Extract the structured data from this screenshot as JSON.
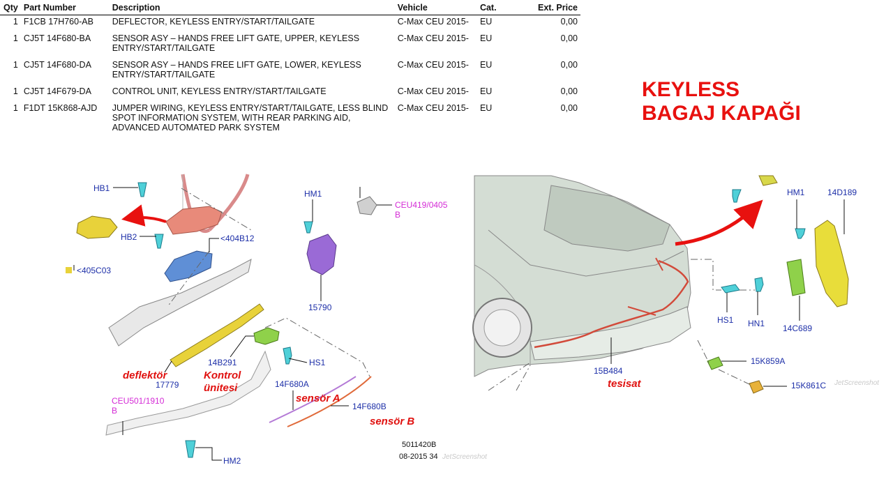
{
  "table": {
    "headers": {
      "qty": "Qty",
      "part_number": "Part Number",
      "description": "Description",
      "vehicle": "Vehicle",
      "cat": "Cat.",
      "ext_price": "Ext. Price"
    },
    "rows": [
      {
        "qty": "1",
        "part_number": "F1CB 17H760-AB",
        "description": "DEFLECTOR, KEYLESS ENTRY/START/TAILGATE",
        "vehicle": "C-Max CEU 2015-",
        "cat": "EU",
        "price": "0,00"
      },
      {
        "qty": "1",
        "part_number": "CJ5T 14F680-BA",
        "description": "SENSOR ASY – HANDS FREE LIFT GATE, UPPER, KEYLESS ENTRY/START/TAILGATE",
        "vehicle": "C-Max CEU 2015-",
        "cat": "EU",
        "price": "0,00"
      },
      {
        "qty": "1",
        "part_number": "CJ5T 14F680-DA",
        "description": "SENSOR ASY – HANDS FREE LIFT GATE, LOWER, KEYLESS ENTRY/START/TAILGATE",
        "vehicle": "C-Max CEU 2015-",
        "cat": "EU",
        "price": "0,00"
      },
      {
        "qty": "1",
        "part_number": "CJ5T 14F679-DA",
        "description": "CONTROL UNIT, KEYLESS ENTRY/START/TAILGATE",
        "vehicle": "C-Max CEU 2015-",
        "cat": "EU",
        "price": "0,00"
      },
      {
        "qty": "1",
        "part_number": "F1DT 15K868-AJD",
        "description": "JUMPER WIRING, KEYLESS ENTRY/START/TAILGATE, LESS BLIND SPOT INFORMATION SYSTEM, WITH REAR PARKING AID, ADVANCED AUTOMATED PARK SYSTEM",
        "vehicle": "C-Max CEU 2015-",
        "cat": "EU",
        "price": "0,00"
      }
    ]
  },
  "headline": {
    "line1": "KEYLESS",
    "line2": "BAGAJ KAPAĞI"
  },
  "left_diagram": {
    "labels": {
      "hb1": "HB1",
      "hb2": "HB2",
      "r404b12": "<404B12",
      "r405c03": "<405C03",
      "hm1": "HM1",
      "p15790": "15790",
      "ceu419a": "CEU419/0405",
      "ceu419b": "B",
      "p14b291": "14B291",
      "hs1": "HS1",
      "p17779": "17779",
      "p14f680a": "14F680A",
      "p14f680b": "14F680B",
      "ceu501a": "CEU501/1910",
      "ceu501b": "B",
      "hm2": "HM2"
    },
    "annotations": {
      "deflektor": "deflektör",
      "kontrol1": "Kontrol",
      "kontrol2": "ünitesi",
      "sensor_a": "sensör A",
      "sensor_b": "sensör B"
    },
    "ref_code": "5011420B",
    "ref_date": "08-2015 34",
    "watermark": "JetScreenshot"
  },
  "right_diagram": {
    "labels": {
      "hm1": "HM1",
      "p14d189": "14D189",
      "hs1": "HS1",
      "hn1": "HN1",
      "p14c689": "14C689",
      "p15b484": "15B484",
      "p15k859a": "15K859A",
      "p15k861c": "15K861C"
    },
    "annotations": {
      "tesisat": "tesisat"
    },
    "watermark": "JetScreenshot"
  },
  "colors": {
    "accent_red": "#e8110f",
    "label_blue": "#1d2fa8",
    "label_magenta": "#d42bd6",
    "part_yellow": "#e8dd3a",
    "part_blue": "#5f8fd6",
    "part_purple": "#9a6ad6",
    "part_green": "#8fd14a",
    "part_cyan": "#4fd0d8"
  }
}
